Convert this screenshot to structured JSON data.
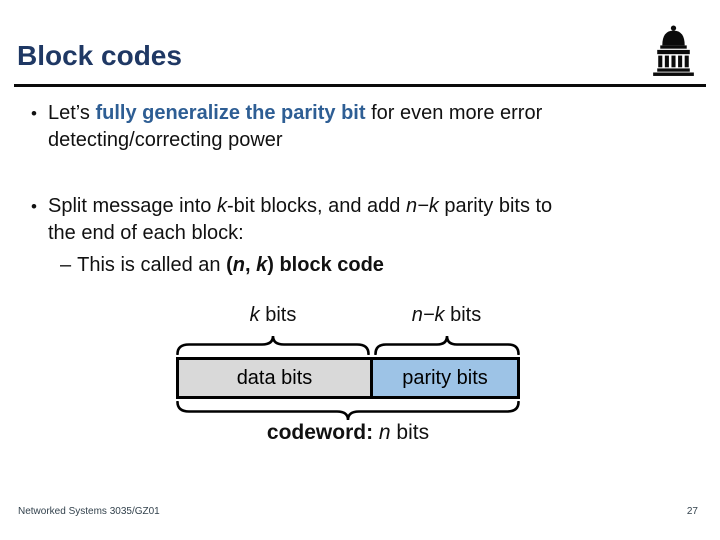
{
  "header": {
    "title": "Block codes",
    "logo_name": "university-portico-logo"
  },
  "colors": {
    "title": "#1f3864",
    "highlight": "#2e5e94",
    "data_box": "#d9d9d9",
    "parity_box": "#9dc3e6",
    "rule": "#0a0a0a",
    "footer": "#33424d"
  },
  "bullet1": {
    "marker": "•",
    "line1_pre": "Let’s ",
    "line1_highlight": "fully generalize the parity bit",
    "line1_post": " for even more error",
    "line2": "detecting/correcting power"
  },
  "bullet2": {
    "marker": "•",
    "line1_seg1": "Split message into ",
    "line1_var1": "k",
    "line1_seg2": "-bit blocks, and add ",
    "line1_var2": "n−k",
    "line1_seg3": " parity bits to",
    "line2": "the end of each block:"
  },
  "subbullet": {
    "marker": "–",
    "seg1": "This is called an ",
    "bold_open": "(",
    "var_n": "n",
    "bold_mid": ", ",
    "var_k": "k",
    "bold_close": ") block code"
  },
  "diagram": {
    "k_label_var": "k",
    "k_label_rest": " bits",
    "nk_label_var": "n−k",
    "nk_label_rest": " bits",
    "data_box_label": "data bits",
    "parity_box_label": "parity bits",
    "codeword_bold": "codeword: ",
    "codeword_var": "n",
    "codeword_rest": " bits"
  },
  "footer": {
    "course": "Networked Systems 3035/GZ01",
    "page": "27"
  }
}
